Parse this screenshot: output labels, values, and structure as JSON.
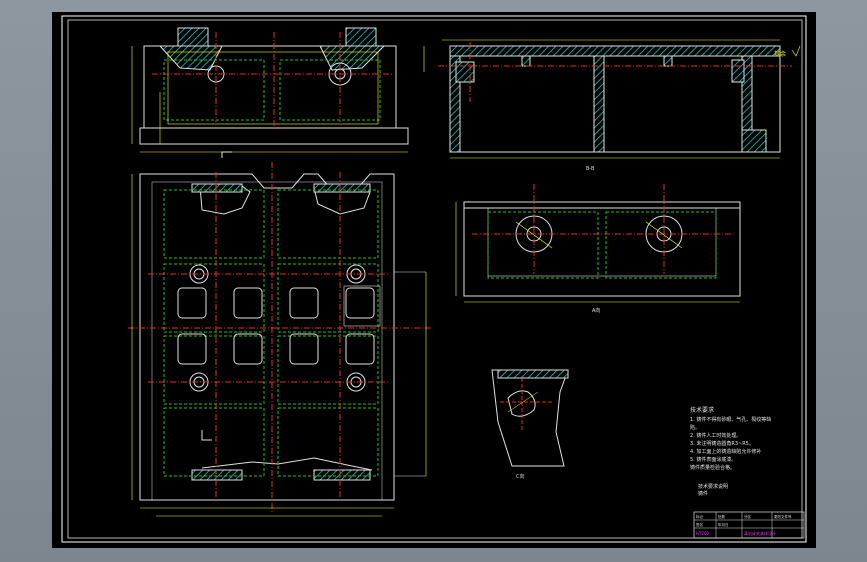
{
  "drawing": {
    "roughness_note": "其余",
    "section_label": "B-B",
    "view_a_label": "A向",
    "view_c_label": "C向",
    "tech_req_title": "技术要求",
    "tech_req_lines": [
      "1. 铸件不得有砂眼、气孔、裂纹等缺",
      "陷。",
      "2. 铸件人工时效处理。",
      "3. 未注明铸造圆角R3~R5。",
      "4. 加工面上的铸造缺陷允许修补",
      "5. 铸件表面涂底漆。",
      "   铸件质量检验合格。"
    ],
    "stamp_text": "技术要求说明",
    "stamp_sub": "铸件",
    "title_block": {
      "name": "某机床夹具体设计",
      "material": "HT200",
      "cells": [
        "标记",
        "处数",
        "分区",
        "更改文件号",
        "签名",
        "年月日"
      ]
    }
  }
}
